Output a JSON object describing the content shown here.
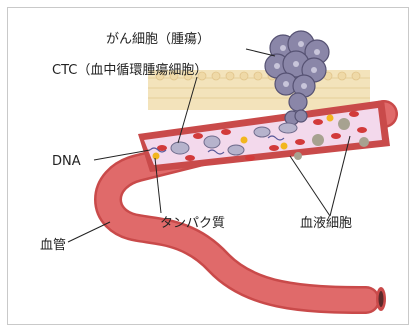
{
  "labels": {
    "cancer_cell": "がん細胞（腫瘍）",
    "ctc": "CTC（血中循環腫瘍細胞）",
    "dna": "DNA",
    "protein": "タンパク質",
    "blood_cells": "血液細胞",
    "blood_vessel": "血管"
  },
  "colors": {
    "vessel": "#e06a6a",
    "vessel_dark": "#c94a4a",
    "vessel_lumen": "#f3d9ec",
    "tissue": "#f3e3bb",
    "tumor": "#8a86a8",
    "red_cell": "#d23a3a",
    "protein_dot": "#f2b61e",
    "gray_cell": "#a7a290"
  }
}
